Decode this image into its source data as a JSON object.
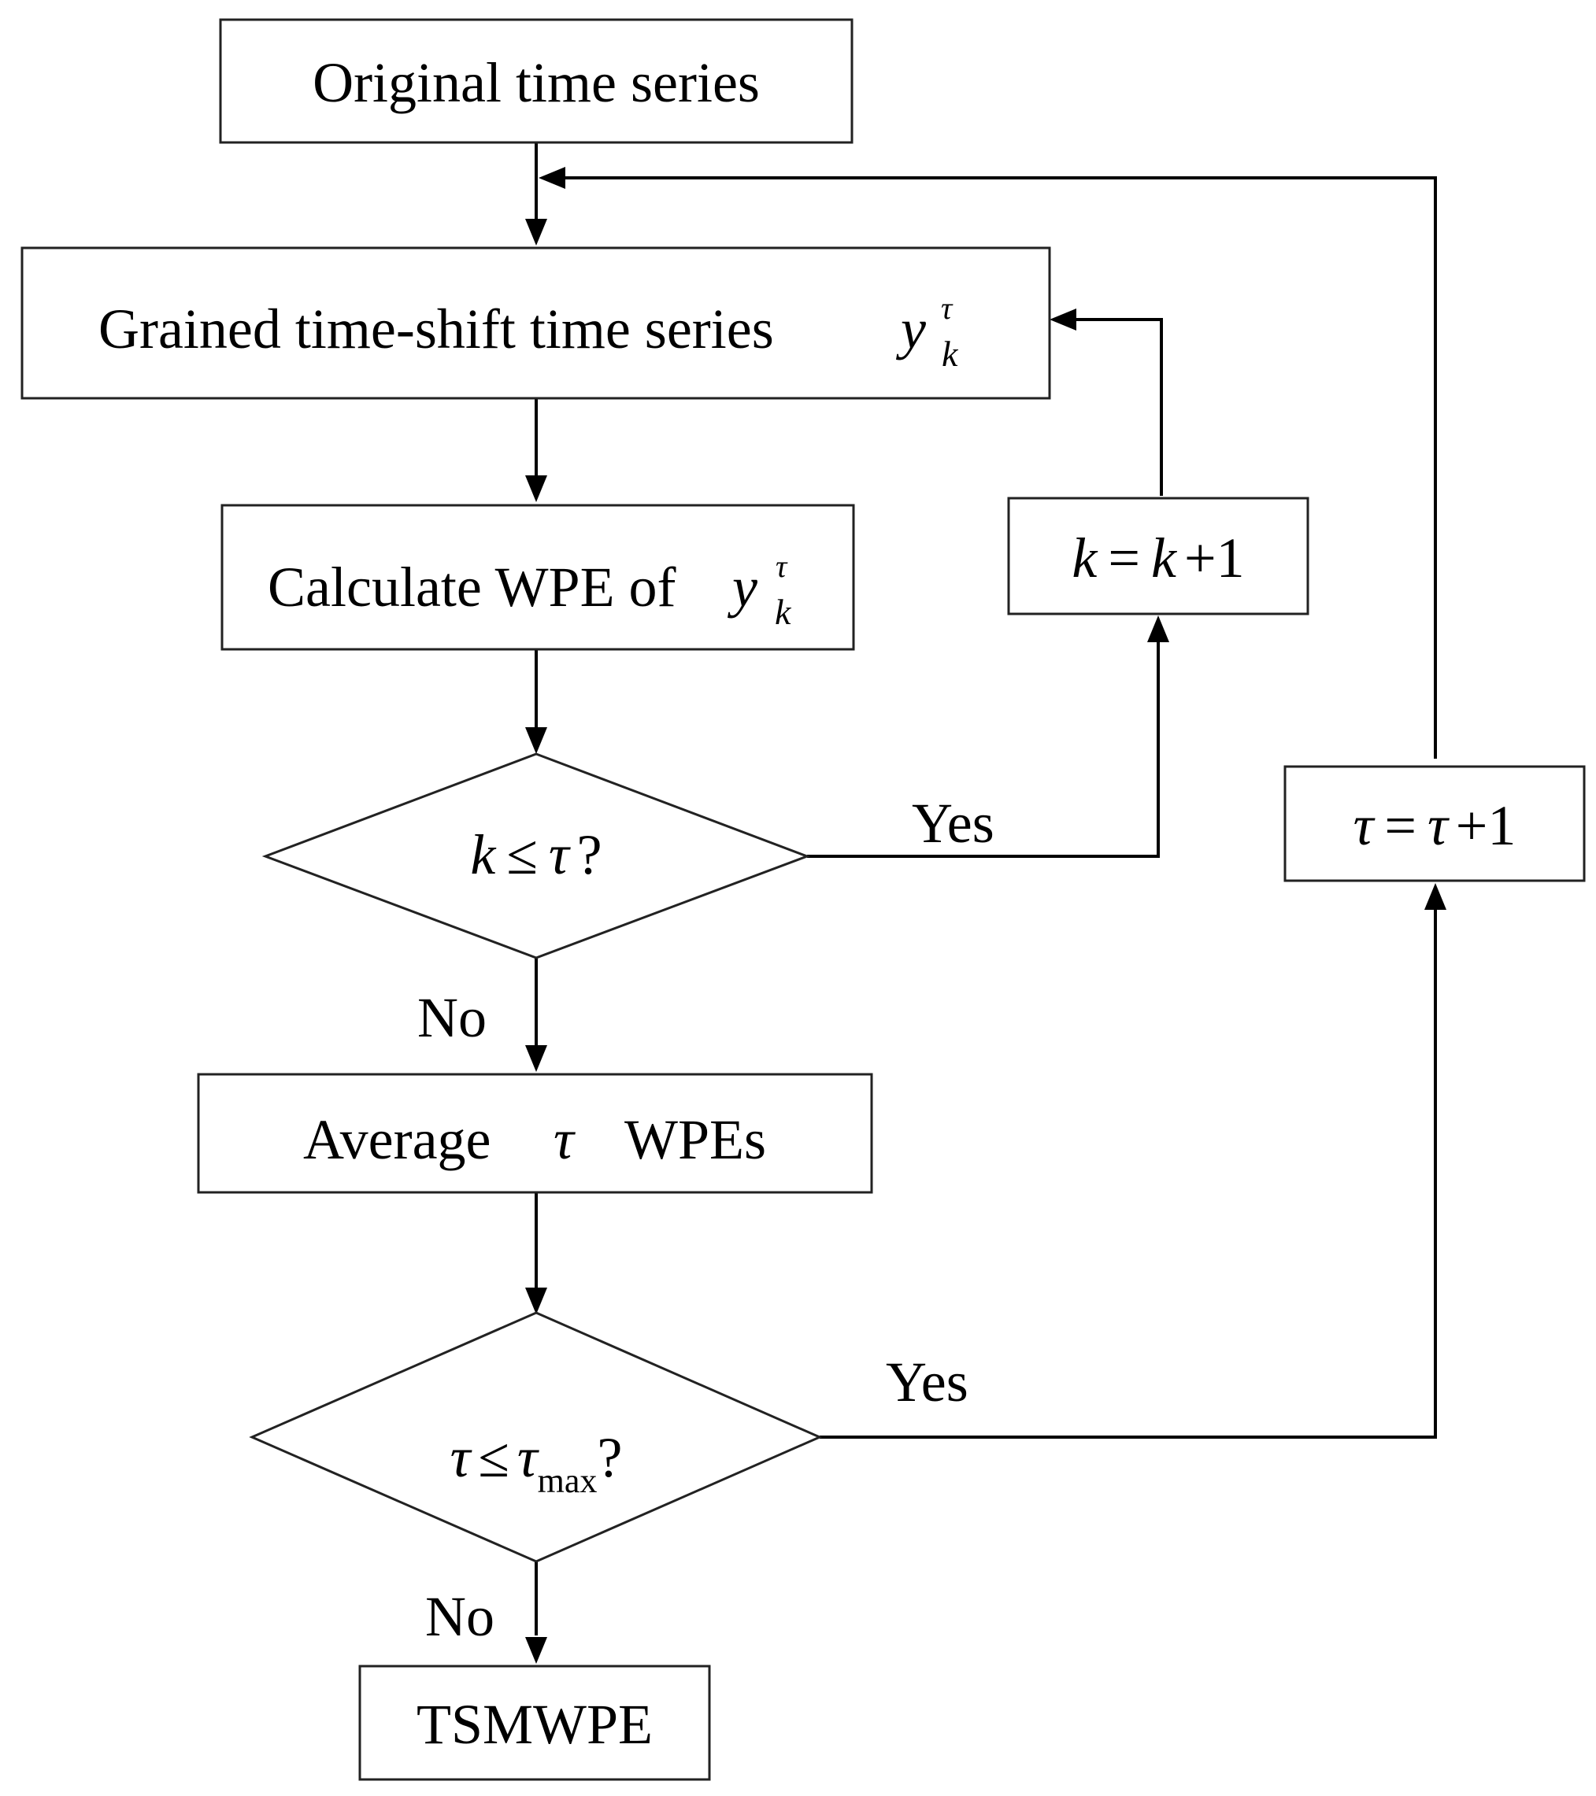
{
  "nodes": {
    "original": {
      "label": "Original time series"
    },
    "grained": {
      "label": "Grained time-shift time series",
      "var": "y",
      "sub": "k",
      "sup": "τ"
    },
    "calculate": {
      "label": "Calculate WPE of",
      "var": "y",
      "sub": "k",
      "sup": "τ"
    },
    "decision_k": {
      "lhs": "k",
      "op": "≤",
      "rhs": "τ",
      "q": "?"
    },
    "k_increment": {
      "lhs": "k",
      "eq": "=",
      "rhs": "k",
      "plus": "+1"
    },
    "average": {
      "prefix": "Average",
      "var": "τ",
      "suffix": "WPEs"
    },
    "decision_tau": {
      "lhs": "τ",
      "op": "≤",
      "rhs": "τ",
      "rhs_sub": "max",
      "q": "?"
    },
    "tau_increment": {
      "lhs": "τ",
      "eq": "=",
      "rhs": "τ",
      "plus": "+1"
    },
    "result": {
      "label": "TSMWPE"
    }
  },
  "edge_labels": {
    "k_yes": "Yes",
    "k_no": "No",
    "tau_yes": "Yes",
    "tau_no": "No"
  }
}
